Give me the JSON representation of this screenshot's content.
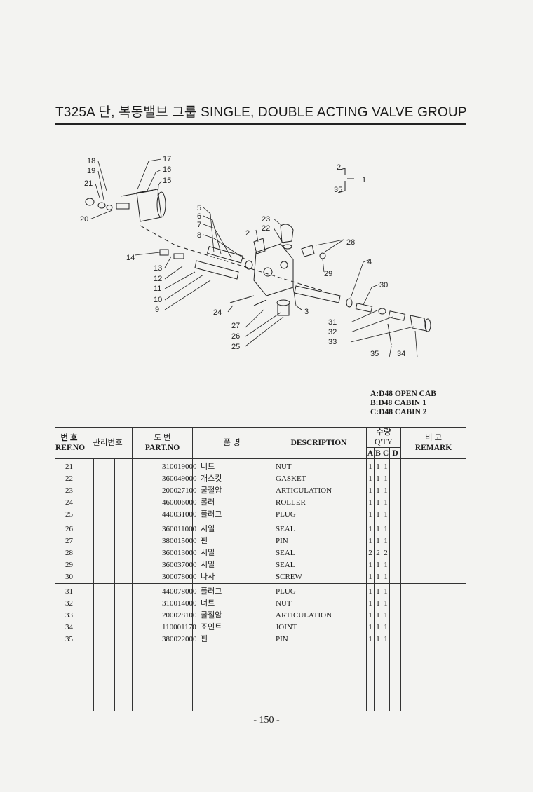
{
  "page": {
    "title": "T325A 단, 복동밸브 그룹 SINGLE, DOUBLE ACTING VALVE GROUP",
    "page_number": "- 150 -"
  },
  "diagram": {
    "callouts": {
      "c1": "1",
      "c2": "2",
      "c2b": "2",
      "c3": "3",
      "c4": "4",
      "c5": "5",
      "c6": "6",
      "c7": "7",
      "c8": "8",
      "c9": "9",
      "c10": "10",
      "c11": "11",
      "c12": "12",
      "c13": "13",
      "c14": "14",
      "c15": "15",
      "c16": "16",
      "c17": "17",
      "c18": "18",
      "c19": "19",
      "c20": "20",
      "c21": "21",
      "c22": "22",
      "c23": "23",
      "c24": "24",
      "c25": "25",
      "c26": "26",
      "c27": "27",
      "c28": "28",
      "c29": "29",
      "c30": "30",
      "c31": "31",
      "c32": "32",
      "c33": "33",
      "c34": "34",
      "c35": "35",
      "c35b": "35"
    }
  },
  "legend": {
    "a": "A:D48 OPEN CAB",
    "b": "B:D48 CABIN 1",
    "c": "C:D48 CABIN 2"
  },
  "table": {
    "headers": {
      "ref_ko": "번 호",
      "ref_en": "REF.NO",
      "mgmt": "관리번호",
      "part_ko": "도 번",
      "part_en": "PART.NO",
      "name": "품 명",
      "desc": "DESCRIPTION",
      "qty": "수량 Q'TY",
      "qa": "A",
      "qb": "B",
      "qc": "C",
      "qd": "D",
      "remark_ko": "비 고",
      "remark_en": "REMARK"
    },
    "groups": [
      [
        {
          "ref": "21",
          "part": "310019000",
          "name": "너트",
          "desc": "NUT",
          "a": "1",
          "b": "1",
          "c": "1"
        },
        {
          "ref": "22",
          "part": "360049000",
          "name": "개스킷",
          "desc": "GASKET",
          "a": "1",
          "b": "1",
          "c": "1"
        },
        {
          "ref": "23",
          "part": "200027100",
          "name": "굴절암",
          "desc": "ARTICULATION",
          "a": "1",
          "b": "1",
          "c": "1"
        },
        {
          "ref": "24",
          "part": "460006000",
          "name": "롤러",
          "desc": "ROLLER",
          "a": "1",
          "b": "1",
          "c": "1"
        },
        {
          "ref": "25",
          "part": "440031000",
          "name": "플러그",
          "desc": "PLUG",
          "a": "1",
          "b": "1",
          "c": "1"
        }
      ],
      [
        {
          "ref": "26",
          "part": "360011000",
          "name": "시일",
          "desc": "SEAL",
          "a": "1",
          "b": "1",
          "c": "1"
        },
        {
          "ref": "27",
          "part": "380015000",
          "name": "핀",
          "desc": "PIN",
          "a": "1",
          "b": "1",
          "c": "1"
        },
        {
          "ref": "28",
          "part": "360013000",
          "name": "시일",
          "desc": "SEAL",
          "a": "2",
          "b": "2",
          "c": "2"
        },
        {
          "ref": "29",
          "part": "360037000",
          "name": "시일",
          "desc": "SEAL",
          "a": "1",
          "b": "1",
          "c": "1"
        },
        {
          "ref": "30",
          "part": "300078000",
          "name": "나사",
          "desc": "SCREW",
          "a": "1",
          "b": "1",
          "c": "1"
        }
      ],
      [
        {
          "ref": "31",
          "part": "440078000",
          "name": "플러그",
          "desc": "PLUG",
          "a": "1",
          "b": "1",
          "c": "1"
        },
        {
          "ref": "32",
          "part": "310014000",
          "name": "너트",
          "desc": "NUT",
          "a": "1",
          "b": "1",
          "c": "1"
        },
        {
          "ref": "33",
          "part": "200028100",
          "name": "굴절암",
          "desc": "ARTICULATION",
          "a": "1",
          "b": "1",
          "c": "1"
        },
        {
          "ref": "34",
          "part": "110001170",
          "name": "조인트",
          "desc": "JOINT",
          "a": "1",
          "b": "1",
          "c": "1"
        },
        {
          "ref": "35",
          "part": "380022000",
          "name": "핀",
          "desc": "PIN",
          "a": "1",
          "b": "1",
          "c": "1"
        }
      ]
    ]
  }
}
